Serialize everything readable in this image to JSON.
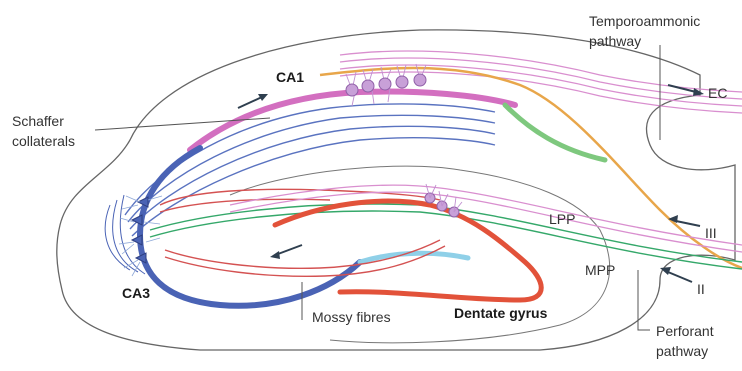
{
  "labels": {
    "ca1": "CA1",
    "ca3": "CA3",
    "dentate_gyrus": "Dentate gyrus",
    "schaffer_line1": "Schaffer",
    "schaffer_line2": "collaterals",
    "temporo_line1": "Temporoammonic",
    "temporo_line2": "pathway",
    "ec": "EC",
    "lpp": "LPP",
    "mpp": "MPP",
    "layer_iii": "III",
    "layer_ii": "II",
    "mossy": "Mossy fibres",
    "perforant_line1": "Perforant",
    "perforant_line2": "pathway"
  },
  "colors": {
    "outline": "#555555",
    "ca1_pyramidal": "#d36fc0",
    "ca3_pyramidal": "#4a63b5",
    "schaffer": "#5a73c0",
    "temporoammonic": "#e8a64a",
    "lpp": "#d98fcf",
    "mpp": "#35a86a",
    "green_axon": "#7ec87e",
    "dentate": "#e2523a",
    "dentate_light": "#8fd0e8",
    "mossy": "#d45252",
    "cell_body": "#c8a0d8",
    "arrow": "#2f3f4f"
  }
}
